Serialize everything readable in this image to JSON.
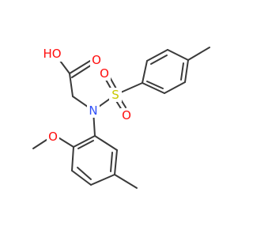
{
  "colors": {
    "bond": "#3a3a3a",
    "O": "#ff0d0d",
    "N": "#3050f8",
    "S": "#c8c800",
    "background": "#ffffff"
  },
  "atoms": {
    "O_hydroxyl": "HO",
    "O_carbonyl": "O",
    "N": "N",
    "S": "S",
    "O_sulfonyl_top": "O",
    "O_sulfonyl_bottom": "O",
    "O_methoxy": "O"
  }
}
